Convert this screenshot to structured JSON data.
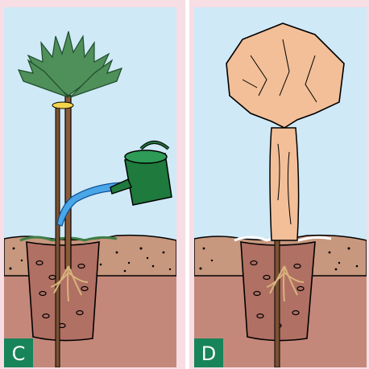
{
  "panels": [
    {
      "id": "C",
      "label": "C",
      "scene": "watering-newly-planted-tree"
    },
    {
      "id": "D",
      "label": "D",
      "scene": "tree-wrapped-in-fleece"
    }
  ],
  "colors": {
    "sky": "#cfe9f7",
    "page_background": "#f7dde4",
    "topsoil": "#c7977e",
    "subsoil": "#c4887a",
    "planting_hole": "#b07063",
    "label_badge": "#18845a",
    "foliage": "#4f8f5a",
    "watering_can": "#1f7a3d",
    "water": "#49a6e8",
    "fleece": "#f2bf98",
    "tie": "#f3d44a"
  }
}
